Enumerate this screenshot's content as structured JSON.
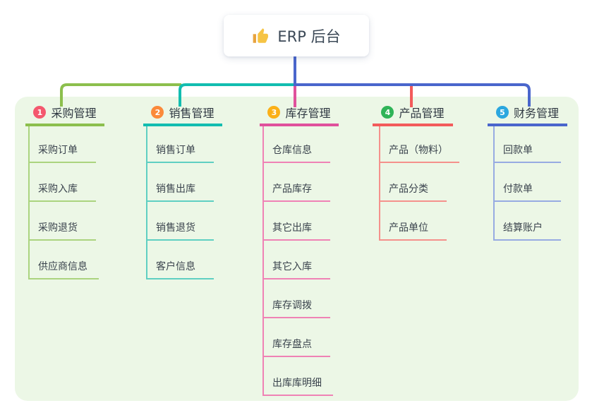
{
  "root": {
    "icon": "thumbs-up-icon",
    "label": "ERP 后台"
  },
  "branches": [
    {
      "number": "1",
      "title": "采购管理",
      "badge_color": "#f4586e",
      "line_color": "#8cbf4d",
      "child_line_color": "#abd47f",
      "children": [
        "采购订单",
        "采购入库",
        "采购退货",
        "供应商信息"
      ]
    },
    {
      "number": "2",
      "title": "销售管理",
      "badge_color": "#fb8a3a",
      "line_color": "#12bdb0",
      "child_line_color": "#5fcfc2",
      "children": [
        "销售订单",
        "销售出库",
        "销售退货",
        "客户信息"
      ]
    },
    {
      "number": "3",
      "title": "库存管理",
      "badge_color": "#fbb017",
      "line_color": "#e0519c",
      "child_line_color": "#ef82b5",
      "children": [
        "仓库信息",
        "产品库存",
        "其它出库",
        "其它入库",
        "库存调拨",
        "库存盘点",
        "出库库明细"
      ]
    },
    {
      "number": "4",
      "title": "产品管理",
      "badge_color": "#2fb457",
      "line_color": "#f35b5b",
      "child_line_color": "#f5918c",
      "children": [
        "产品（物料）",
        "产品分类",
        "产品单位"
      ]
    },
    {
      "number": "5",
      "title": "财务管理",
      "badge_color": "#2ba7df",
      "line_color": "#4a66cc",
      "child_line_color": "#97abe2",
      "children": [
        "回款单",
        "付款单",
        "结算账户"
      ]
    }
  ],
  "connectors": {
    "root_stem_color": "#4a66cc",
    "panel_color": "#ecf7e6"
  }
}
